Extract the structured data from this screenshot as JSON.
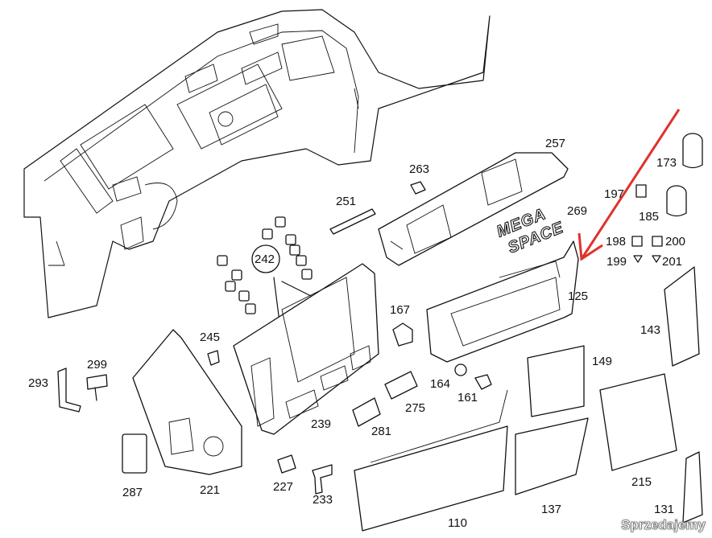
{
  "parts": {
    "p110": "110",
    "p125": "125",
    "p131": "131",
    "p137": "137",
    "p143": "143",
    "p149": "149",
    "p161": "161",
    "p164": "164",
    "p167": "167",
    "p173": "173",
    "p185": "185",
    "p197": "197",
    "p198": "198",
    "p199": "199",
    "p200": "200",
    "p201": "201",
    "p215": "215",
    "p221": "221",
    "p227": "227",
    "p233": "233",
    "p239": "239",
    "p242": "242",
    "p245": "245",
    "p251": "251",
    "p257": "257",
    "p263": "263",
    "p269": "269",
    "p275": "275",
    "p281": "281",
    "p287": "287",
    "p293": "293",
    "p299": "299"
  },
  "badge": {
    "line1": "MEGA",
    "line2": "SPACE"
  },
  "arrow_color": "#e0332b",
  "watermark": "Sprzedajemy"
}
